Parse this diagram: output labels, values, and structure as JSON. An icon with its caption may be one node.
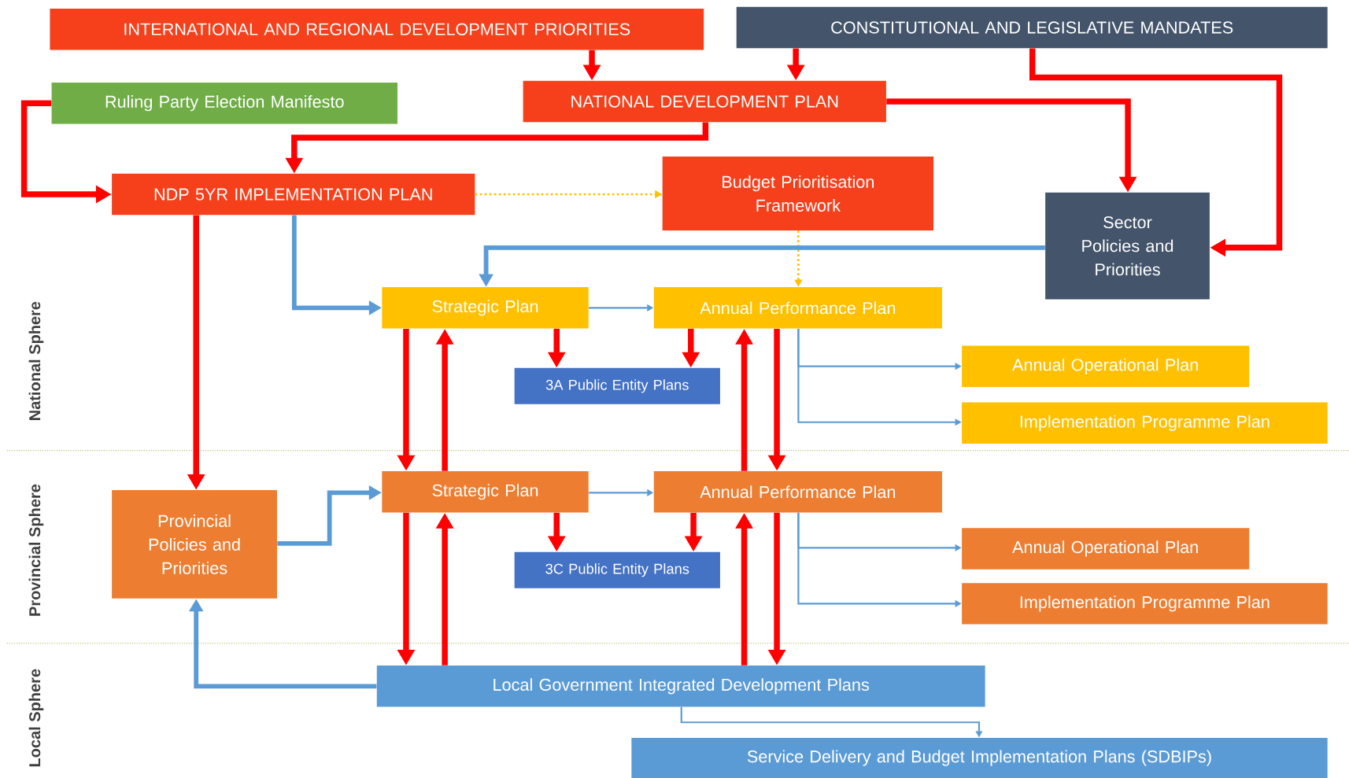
{
  "diagram": {
    "nodes": [
      {
        "text": [
          "INTERNATIONAL AND REGIONAL DEVELOPMENT PRIORITIES"
        ]
      },
      {
        "text": [
          "CONSTITUTIONAL AND LEGISLATIVE MANDATES"
        ]
      },
      {
        "text": [
          "Ruling Party Election Manifesto"
        ]
      },
      {
        "text": [
          "NATIONAL DEVELOPMENT PLAN"
        ]
      },
      {
        "text": [
          "NDP 5YR IMPLEMENTATION PLAN"
        ]
      },
      {
        "text": [
          "Budget Prioritisation Framework"
        ]
      },
      {
        "text": [
          "Sector Policies and Priorities"
        ]
      },
      {
        "text": [
          "Strategic Plan"
        ]
      },
      {
        "text": [
          "Annual Performance Plan"
        ]
      },
      {
        "text": [
          "3A Public Entity Plans"
        ]
      },
      {
        "text": [
          "Annual Operational Plan"
        ]
      },
      {
        "text": [
          "Implementation Programme Plan"
        ]
      },
      {
        "text": [
          "Provincial Policies and Priorities"
        ]
      },
      {
        "text": [
          "Strategic Plan"
        ]
      },
      {
        "text": [
          "Annual Performance Plan"
        ]
      },
      {
        "text": [
          "3C Public Entity Plans"
        ]
      },
      {
        "text": [
          "Annual Operational Plan"
        ]
      },
      {
        "text": [
          "Implementation Programme Plan"
        ]
      },
      {
        "text": [
          "Local Government Integrated Development Plans"
        ]
      },
      {
        "text": [
          "Service Delivery and Budget Implementation Plans (SDBIPs)"
        ]
      }
    ],
    "edges": [
      {
        "from": 0,
        "to": 3,
        "arrow": "to"
      },
      {
        "from": 1,
        "to": 3,
        "arrow": "to"
      },
      {
        "from": 1,
        "to": 6,
        "arrow": "to"
      },
      {
        "from": 3,
        "to": 6,
        "arrow": "to"
      },
      {
        "from": 3,
        "to": 4,
        "arrow": "to"
      },
      {
        "from": 2,
        "to": 4,
        "arrow": "to"
      },
      {
        "from": 4,
        "to": 5,
        "arrow": "to",
        "style": "dashed",
        "color": "#ffc000"
      },
      {
        "from": 5,
        "to": 8,
        "arrow": "to",
        "style": "dashed",
        "color": "#ffc000"
      },
      {
        "from": 4,
        "to": 12,
        "arrow": "to"
      },
      {
        "from": 4,
        "to": 7,
        "arrow": "to",
        "color": "#5b9bd5"
      },
      {
        "from": 6,
        "to": 7,
        "arrow": "to",
        "color": "#5b9bd5"
      },
      {
        "from": 7,
        "to": 8,
        "arrow": "to",
        "color": "#5b9bd5"
      },
      {
        "from": 7,
        "to": 9,
        "arrow": "to"
      },
      {
        "from": 8,
        "to": 9,
        "arrow": "to"
      },
      {
        "from": 7,
        "to": 13,
        "arrow": "to"
      },
      {
        "from": 13,
        "to": 7,
        "arrow": "to"
      },
      {
        "from": 8,
        "to": 14,
        "arrow": "to"
      },
      {
        "from": 14,
        "to": 8,
        "arrow": "to"
      },
      {
        "from": 8,
        "to": 10,
        "arrow": "to",
        "color": "#5b9bd5"
      },
      {
        "from": 8,
        "to": 11,
        "arrow": "to",
        "color": "#5b9bd5"
      },
      {
        "from": 12,
        "to": 13,
        "arrow": "to",
        "color": "#5b9bd5"
      },
      {
        "from": 13,
        "to": 14,
        "arrow": "to",
        "color": "#5b9bd5"
      },
      {
        "from": 13,
        "to": 15,
        "arrow": "to"
      },
      {
        "from": 14,
        "to": 15,
        "arrow": "to"
      },
      {
        "from": 13,
        "to": 18,
        "arrow": "to"
      },
      {
        "from": 18,
        "to": 13,
        "arrow": "to"
      },
      {
        "from": 14,
        "to": 18,
        "arrow": "to"
      },
      {
        "from": 18,
        "to": 14,
        "arrow": "to"
      },
      {
        "from": 14,
        "to": 16,
        "arrow": "to",
        "color": "#5b9bd5"
      },
      {
        "from": 14,
        "to": 17,
        "arrow": "to",
        "color": "#5b9bd5"
      },
      {
        "from": 18,
        "to": 12,
        "arrow": "to",
        "color": "#5b9bd5"
      },
      {
        "from": 18,
        "to": 19,
        "arrow": "to",
        "color": "#5b9bd5"
      }
    ],
    "labels": [
      "National Sphere",
      "Provincial Sphere",
      "Local Sphere"
    ]
  }
}
